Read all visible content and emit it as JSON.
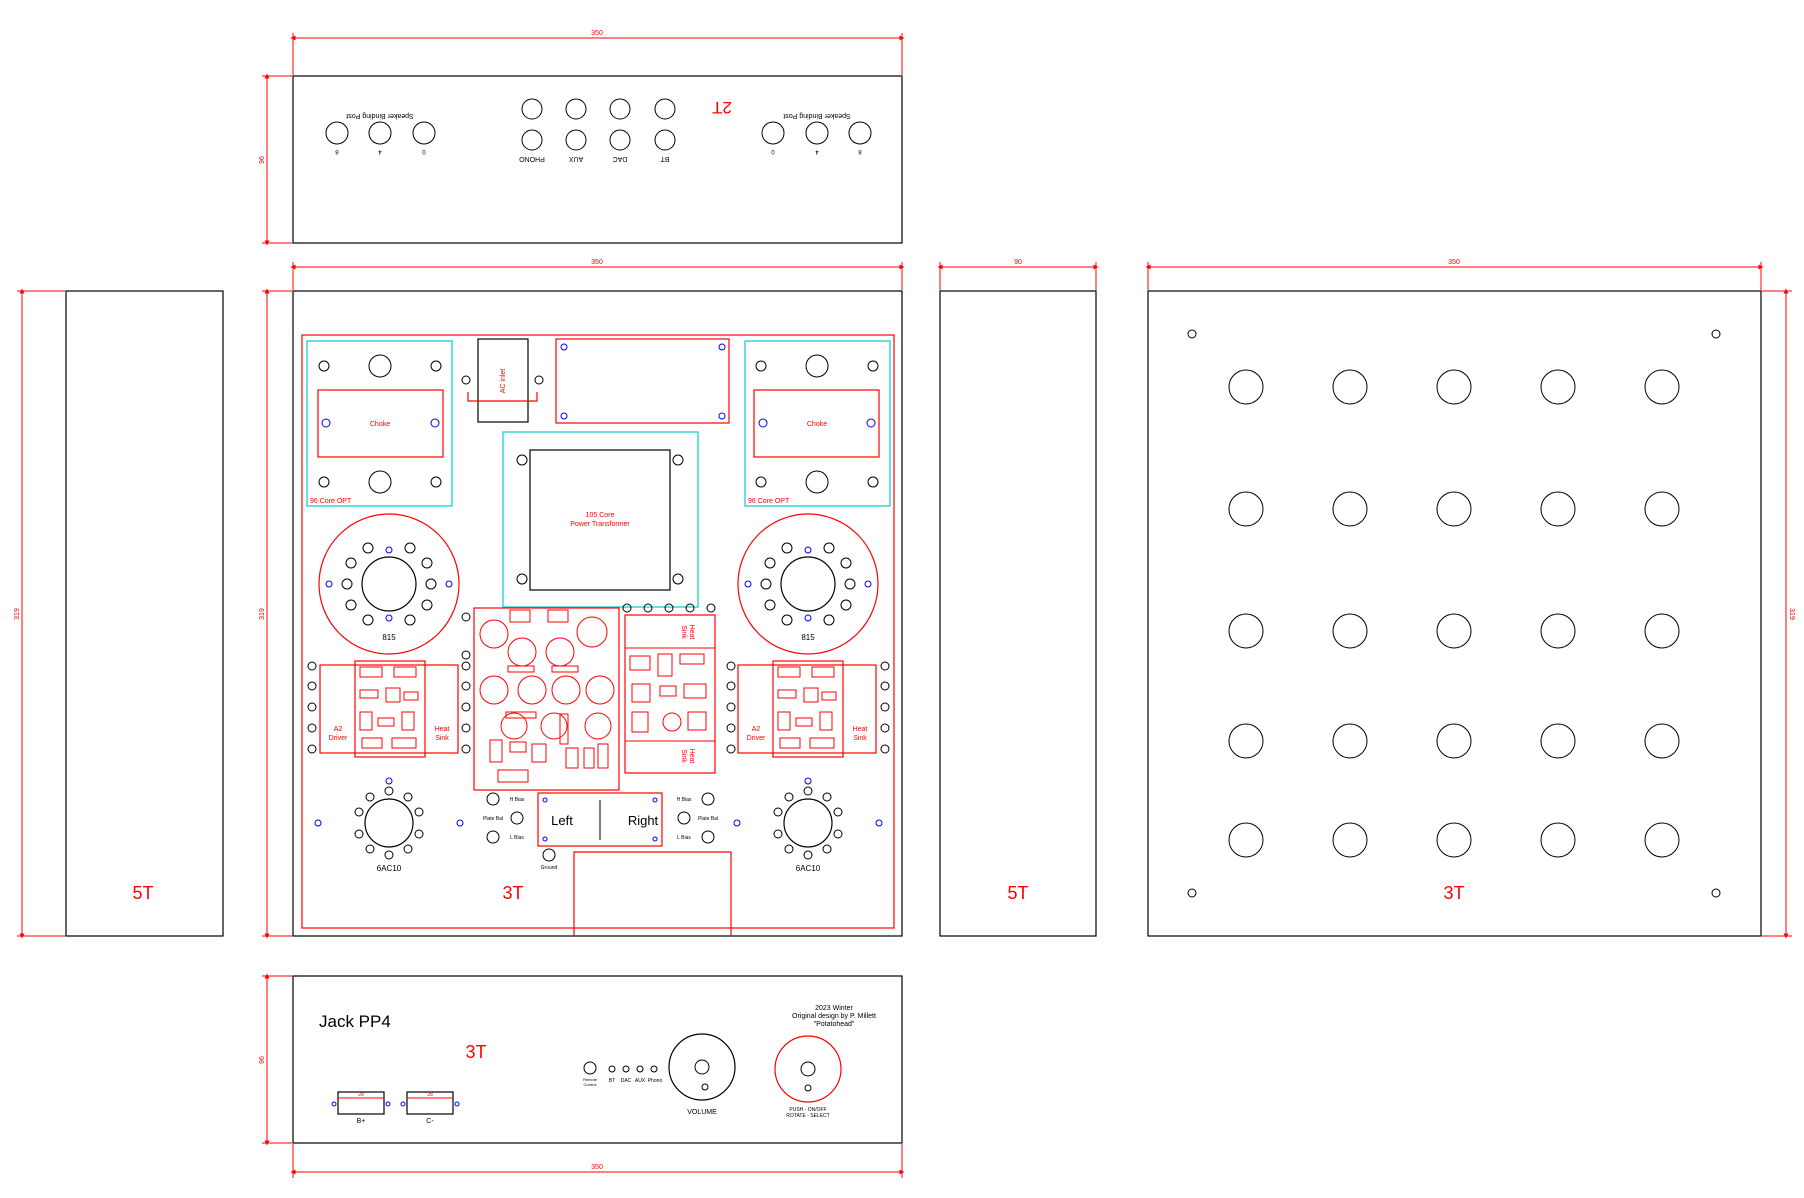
{
  "colors": {
    "outline": "#000000",
    "layout": "#ff0000",
    "keepout": "#00cccc",
    "mount": "#0000ff",
    "dim": "#ff0000"
  },
  "dims": {
    "w350": "350",
    "w90": "90",
    "h96": "96",
    "h319": "319"
  },
  "rear": {
    "inputs": [
      "PHONO",
      "AUX",
      "DAC",
      "BT"
    ],
    "speaker_label": "Speaker Binding Post",
    "taps": [
      "8",
      "4",
      "0"
    ],
    "thickness": "2T"
  },
  "top": {
    "opt_label": "96 Core OPT",
    "choke_label": "Choke",
    "ac_inlet_label": "AC inlet",
    "transformer_label_1": "105 Core",
    "transformer_label_2": "Power Transformer",
    "output_tube": "815",
    "driver_tube": "6AC10",
    "driver_label_1": "A2",
    "driver_label_2": "Driver",
    "heatsink_label_1": "Heat",
    "heatsink_label_2": "Sink",
    "h_bias": "H Bias",
    "plate_bal": "Plate Bal",
    "l_bias": "L Bias",
    "left": "Left",
    "right": "Right",
    "ground": "Ground",
    "thickness": "3T"
  },
  "side": {
    "thickness": "5T"
  },
  "bottom": {
    "thickness": "3T"
  },
  "front": {
    "title": "Jack PP4",
    "thickness": "3T",
    "credit_1": "2023 Winter",
    "credit_2": "Original design by P. Millett",
    "credit_3": "\"Potatohead\"",
    "remote": "Remote",
    "control": "Control",
    "indicators": [
      "BT",
      "DAC",
      "AUX",
      "Phono"
    ],
    "meter_scale": "28",
    "meter_b": "B+",
    "meter_c": "C-",
    "volume": "VOLUME",
    "encoder_1": "PUSH - ON/OFF",
    "encoder_2": "ROTATE - SELECT"
  }
}
